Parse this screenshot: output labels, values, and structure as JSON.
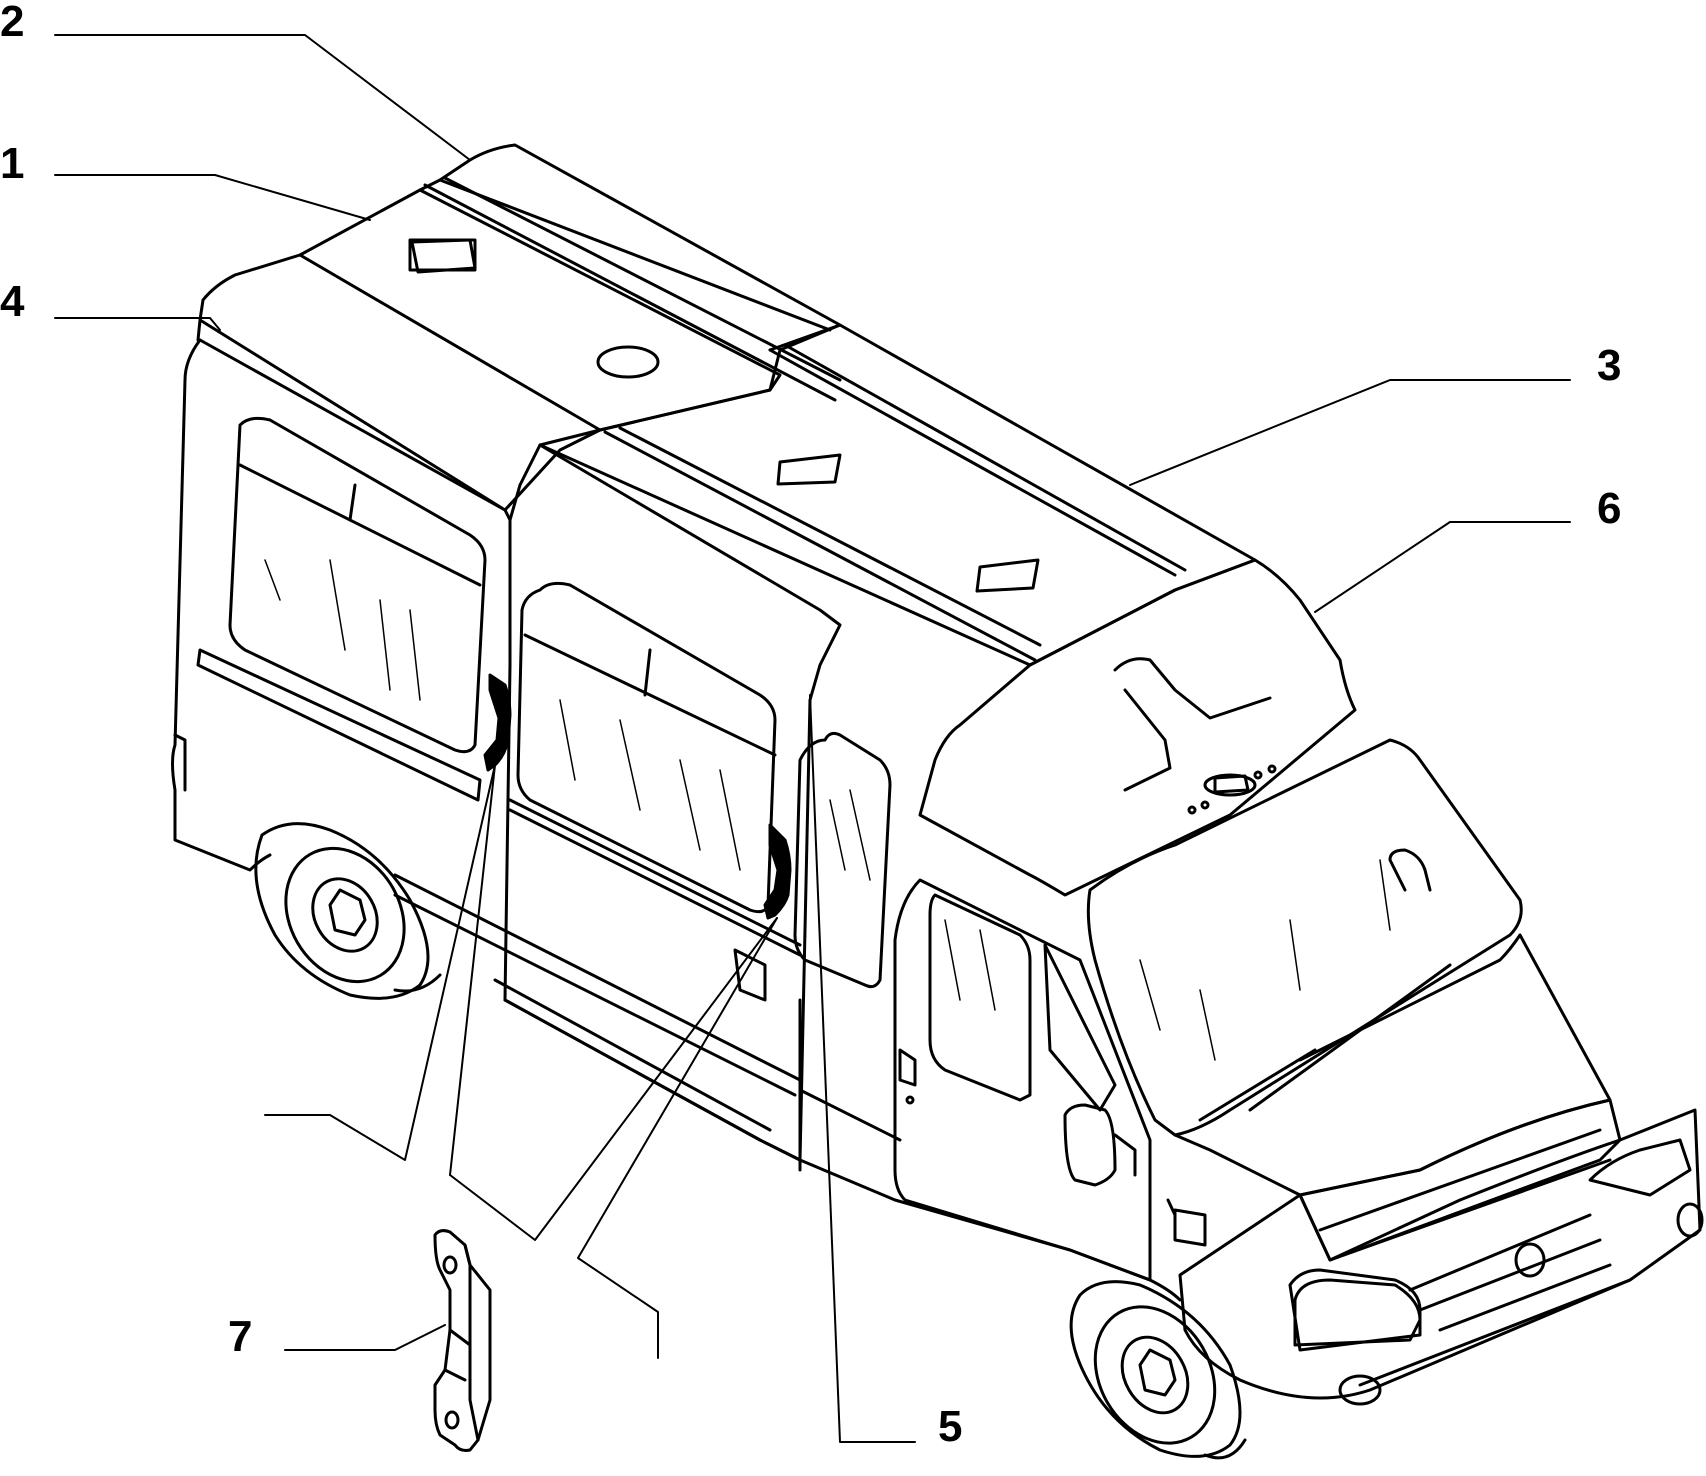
{
  "callouts": [
    {
      "id": "c2",
      "label": "2"
    },
    {
      "id": "c1",
      "label": "1"
    },
    {
      "id": "c4",
      "label": "4"
    },
    {
      "id": "c3",
      "label": "3"
    },
    {
      "id": "c6",
      "label": "6"
    },
    {
      "id": "c7",
      "label": "7"
    },
    {
      "id": "c5",
      "label": "5"
    }
  ],
  "colors": {
    "line": "#000000",
    "background": "#ffffff"
  }
}
